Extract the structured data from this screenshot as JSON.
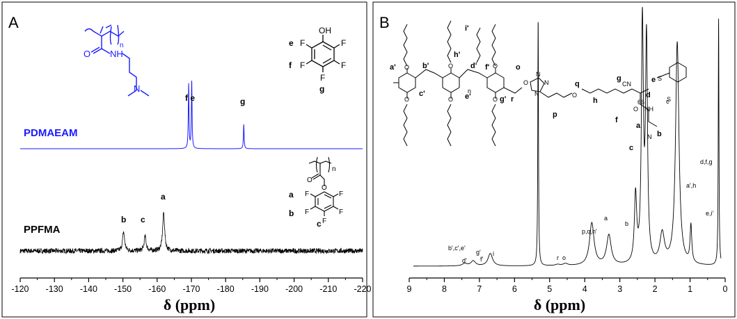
{
  "panels": [
    {
      "label": "A"
    },
    {
      "label": "B"
    }
  ],
  "chart_data": [
    {
      "type": "line",
      "panel": "A",
      "xlabel": "δ (ppm)",
      "xlim": [
        -120,
        -220
      ],
      "xticks": [
        "-120",
        "-130",
        "-140",
        "-150",
        "-160",
        "-170",
        "-180",
        "-190",
        "-200",
        "-210",
        "-220"
      ],
      "series": [
        {
          "name": "PDMAEAM",
          "color": "#1a1aff",
          "peaks": [
            {
              "x": -169.2,
              "h": 0.95,
              "label": "f"
            },
            {
              "x": -170.1,
              "h": 1.0,
              "label": "e"
            },
            {
              "x": -185.3,
              "h": 0.36,
              "label": "g"
            }
          ]
        },
        {
          "name": "PPFMA",
          "color": "#000000",
          "peaks": [
            {
              "x": -150.2,
              "h": 0.5,
              "label": "b"
            },
            {
              "x": -156.5,
              "h": 0.38,
              "label": "c"
            },
            {
              "x": -161.9,
              "h": 1.0,
              "label": "a"
            }
          ]
        }
      ],
      "peak_labels": {
        "pdmaeam": [
          "f e",
          "g"
        ],
        "ppfma": [
          "b",
          "c",
          "a"
        ]
      },
      "structures": {
        "pdmaeam": {
          "atoms": [
            "O",
            "NH",
            "N",
            "n"
          ]
        },
        "pentafluorophenol": {
          "atoms": [
            "OH",
            "F",
            "F",
            "F",
            "F",
            "F"
          ],
          "labels": [
            "e",
            "f",
            "g"
          ]
        },
        "ppfma": {
          "atoms": [
            "O",
            "O",
            "F",
            "F",
            "F",
            "F",
            "F",
            "n"
          ],
          "labels": [
            "a",
            "b",
            "c"
          ]
        }
      }
    },
    {
      "type": "line",
      "panel": "B",
      "xlabel": "δ (ppm)",
      "xlim": [
        9,
        0
      ],
      "xticks": [
        "9",
        "8",
        "7",
        "6",
        "5",
        "4",
        "3",
        "2",
        "1",
        "0"
      ],
      "series": [
        {
          "color": "#000000",
          "peaks": [
            {
              "x": 7.5,
              "h": 0.01
            },
            {
              "x": 7.25,
              "h": 0.02
            },
            {
              "x": 6.75,
              "h": 0.05
            },
            {
              "x": 5.35,
              "h": 0.99
            },
            {
              "x": 4.78,
              "h": 0.005
            },
            {
              "x": 4.55,
              "h": 0.008
            },
            {
              "x": 3.78,
              "h": 0.17
            },
            {
              "x": 3.28,
              "h": 0.12
            },
            {
              "x": 2.5,
              "h": 0.27
            },
            {
              "x": 2.3,
              "h": 0.95
            },
            {
              "x": 2.18,
              "h": 0.88
            },
            {
              "x": 1.72,
              "h": 0.12
            },
            {
              "x": 1.28,
              "h": 0.89
            },
            {
              "x": 0.88,
              "h": 0.15
            },
            {
              "x": 0.07,
              "h": 0.99
            }
          ]
        }
      ],
      "peak_labels": [
        "b',c',e'",
        "d'",
        "g'",
        "f'",
        "i",
        "r",
        "o",
        "p,q,h'",
        "a",
        "b",
        "c",
        "a',h",
        "d,f,g",
        "e,i'"
      ],
      "structure": {
        "labels": [
          "a'",
          "b'",
          "c'",
          "d'",
          "e'",
          "f'",
          "g'",
          "h'",
          "i'",
          "o",
          "p",
          "q",
          "r",
          "g",
          "h",
          "f",
          "d",
          "e",
          "a",
          "b",
          "c"
        ],
        "atoms": [
          "O",
          "O",
          "O",
          "O",
          "O",
          "O",
          "O",
          "O",
          "N",
          "N",
          "N",
          "CN",
          "O",
          "NH",
          "N",
          "S",
          "S"
        ],
        "subscripts": [
          "n",
          "66"
        ]
      }
    }
  ]
}
